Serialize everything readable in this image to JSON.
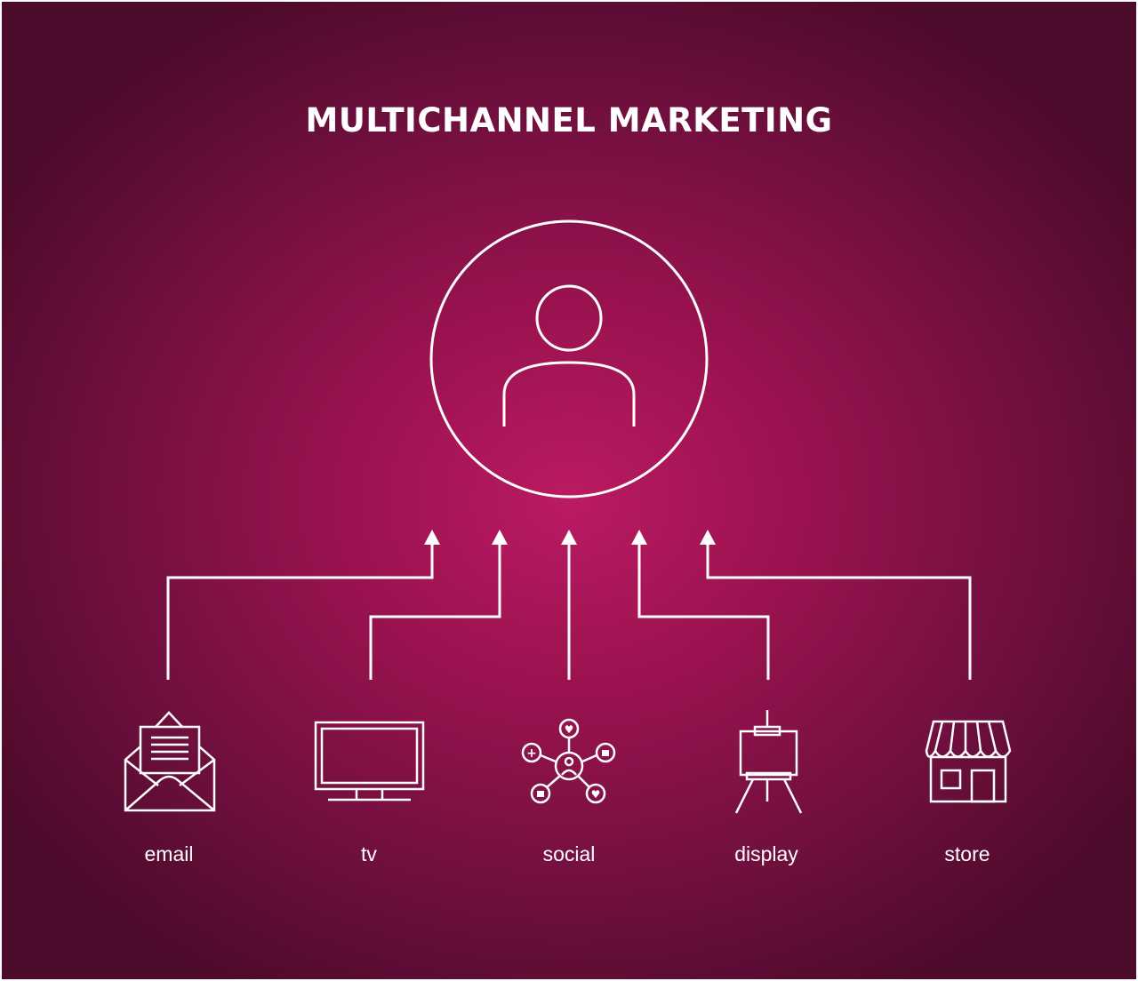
{
  "title": "MULTICHANNEL MARKETING",
  "center": {
    "icon": "user-icon"
  },
  "channels": [
    {
      "label": "email",
      "icon": "envelope-icon"
    },
    {
      "label": "tv",
      "icon": "tv-icon"
    },
    {
      "label": "social",
      "icon": "social-network-icon"
    },
    {
      "label": "display",
      "icon": "easel-icon"
    },
    {
      "label": "store",
      "icon": "store-icon"
    }
  ],
  "colors": {
    "background_center": "#bb1a62",
    "background_edge": "#4c0a2c",
    "stroke": "#ffffff"
  }
}
